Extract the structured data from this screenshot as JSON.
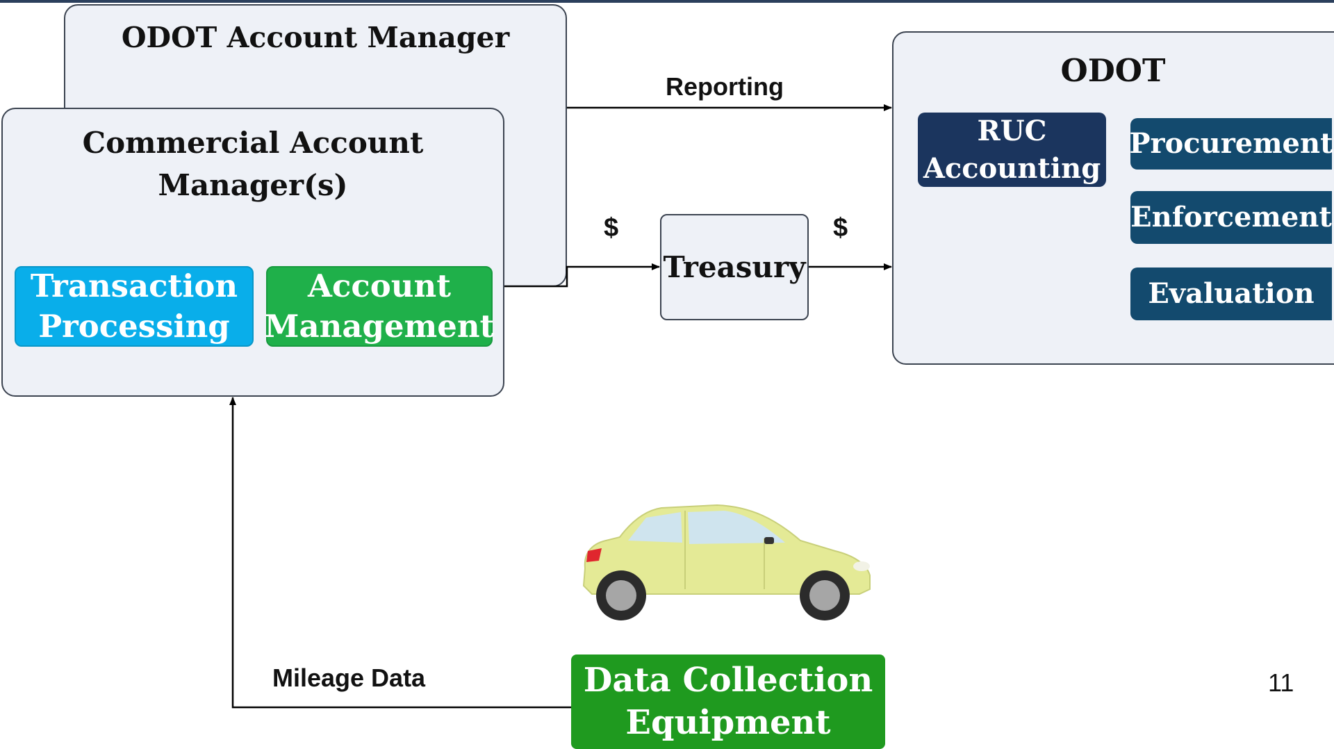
{
  "odot_account_manager": {
    "title": "ODOT Account Manager"
  },
  "commercial_account_manager": {
    "title_line1": "Commercial Account",
    "title_line2": "Manager(s)",
    "transaction_processing": {
      "line1": "Transaction",
      "line2": "Processing"
    },
    "account_management": {
      "line1": "Account",
      "line2": "Management"
    }
  },
  "odot": {
    "title": "ODOT",
    "ruc_accounting": {
      "line1": "RUC",
      "line2": "Accounting"
    },
    "procurement": "Procurement",
    "enforcement": "Enforcement",
    "evaluation": "Evaluation"
  },
  "treasury": "Treasury",
  "flows": {
    "reporting": "Reporting",
    "money_in": "$",
    "money_out": "$",
    "mileage_data": "Mileage Data"
  },
  "data_collection": {
    "line1": "Data Collection",
    "line2": "Equipment"
  },
  "page_number": "11",
  "colors": {
    "frame_fill": "#eef1f7",
    "transaction_processing": "#09aeea",
    "account_management": "#1fb04a",
    "ruc_accounting": "#1b355e",
    "odot_modules": "#134a6e",
    "data_collection": "#1f9a1f",
    "car_body": "#e4ea96"
  },
  "icons": {
    "vehicle": "car-icon"
  }
}
